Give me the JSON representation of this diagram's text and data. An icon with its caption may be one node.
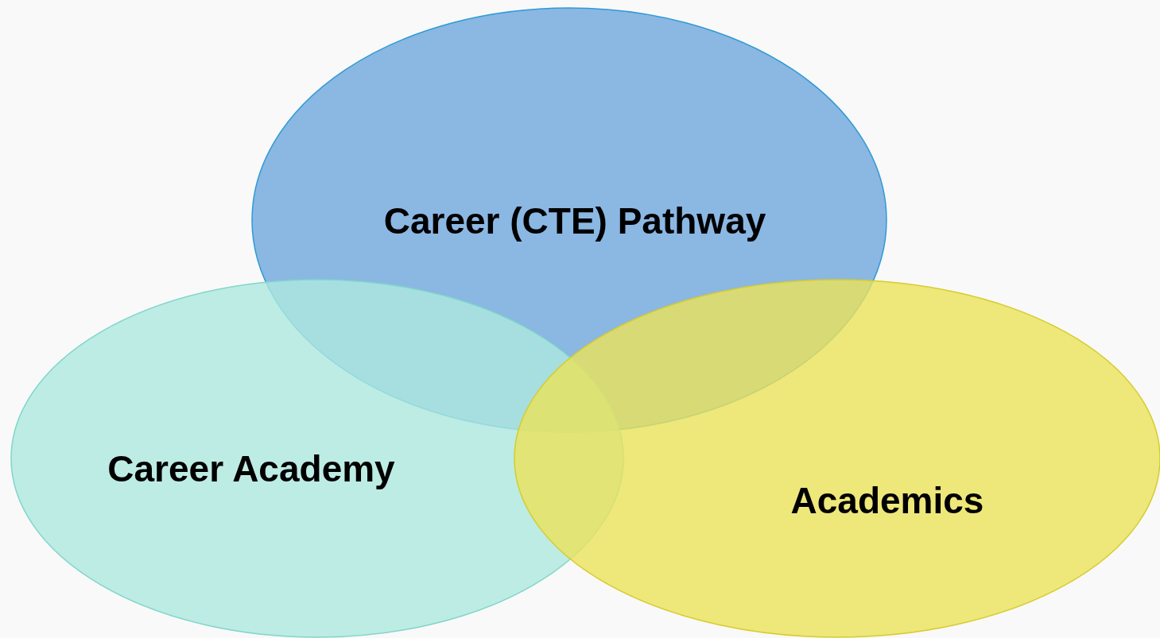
{
  "diagram": {
    "nodes": [
      {
        "text": [
          "Career (CTE) Pathway"
        ]
      },
      {
        "text": [
          "Career Academy"
        ]
      },
      {
        "text": [
          "Academics"
        ]
      }
    ]
  }
}
